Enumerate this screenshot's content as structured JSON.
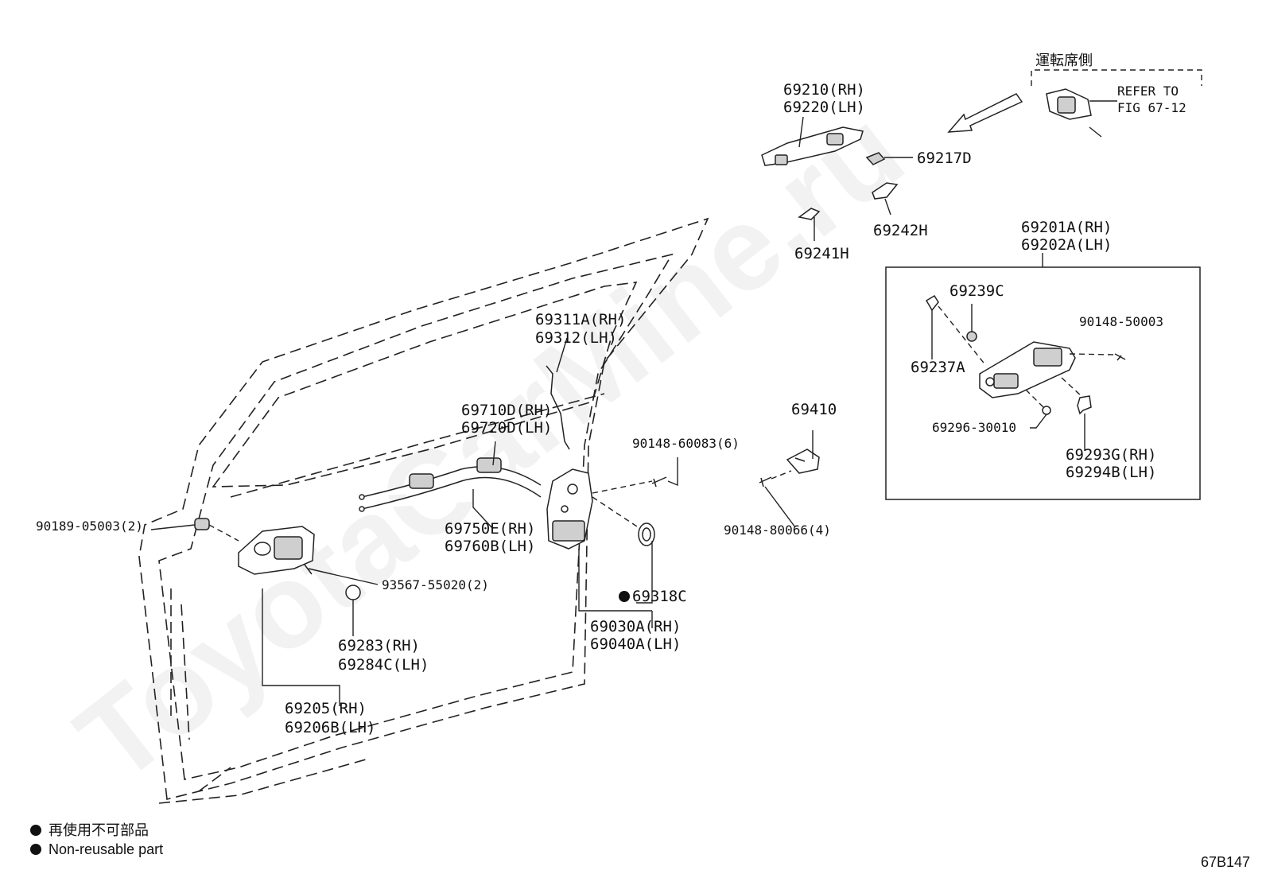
{
  "watermark": "ToyotaCarMine.ru",
  "labels": {
    "p69210": [
      "69210(RH)",
      "69220(LH)"
    ],
    "p69217D": "69217D",
    "p69241H": "69241H",
    "p69242H": "69242H",
    "p69201A": [
      "69201A(RH)",
      "69202A(LH)"
    ],
    "p69239C": "69239C",
    "p90148_50003": "90148-50003",
    "p69237A": "69237A",
    "p69296": "69296-30010",
    "p69293G": [
      "69293G(RH)",
      "69294B(LH)"
    ],
    "p69410": "69410",
    "p90148_80066": "90148-80066(4)",
    "p90148_60083": "90148-60083(6)",
    "p69311A": [
      "69311A(RH)",
      "69312(LH)"
    ],
    "p69710D": [
      "69710D(RH)",
      "69720D(LH)"
    ],
    "p69750E": [
      "69750E(RH)",
      "69760B(LH)"
    ],
    "p69318C": "69318C",
    "p69030A": [
      "69030A(RH)",
      "69040A(LH)"
    ],
    "p90189": "90189-05003(2)",
    "p93567": "93567-55020(2)",
    "p69283": [
      "69283(RH)",
      "69284C(LH)"
    ],
    "p69205": [
      "69205(RH)",
      "69206B(LH)"
    ]
  },
  "refer": {
    "header": "運転席側",
    "line1": "REFER TO",
    "line2": "FIG 67-12"
  },
  "legend": {
    "jp": "再使用不可部品",
    "en": "Non-reusable part"
  },
  "figure_id": "67B147"
}
